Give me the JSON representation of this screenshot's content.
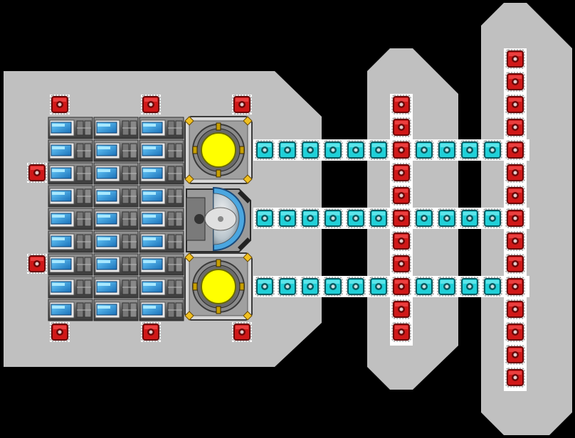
{
  "palette": {
    "background": "#000000",
    "hull": "#c0c0c0",
    "conduit_bed": "#ffffff",
    "red_node": "#d01818",
    "cyan_node": "#20d0d8",
    "reactor_core": "#ffff00",
    "battery_screen": "#2aa0e8",
    "metal_dark": "#4a4a4a",
    "metal_light": "#a8a8a8",
    "warning_yellow": "#f0c020"
  },
  "station": {
    "main_block": {
      "name": "power-bay",
      "battery_rows": 9,
      "battery_columns": 3
    },
    "reactors": [
      {
        "name": "reactor-top",
        "core_color": "#ffff00"
      },
      {
        "name": "control-pod",
        "kind": "cockpit"
      },
      {
        "name": "reactor-bottom",
        "core_color": "#ffff00"
      }
    ],
    "conduit_lines": 3,
    "cyan_nodes_per_line": 10,
    "pylon_a_red_nodes": 11,
    "pylon_b_red_nodes": 15,
    "bay_red_nodes": 8
  }
}
